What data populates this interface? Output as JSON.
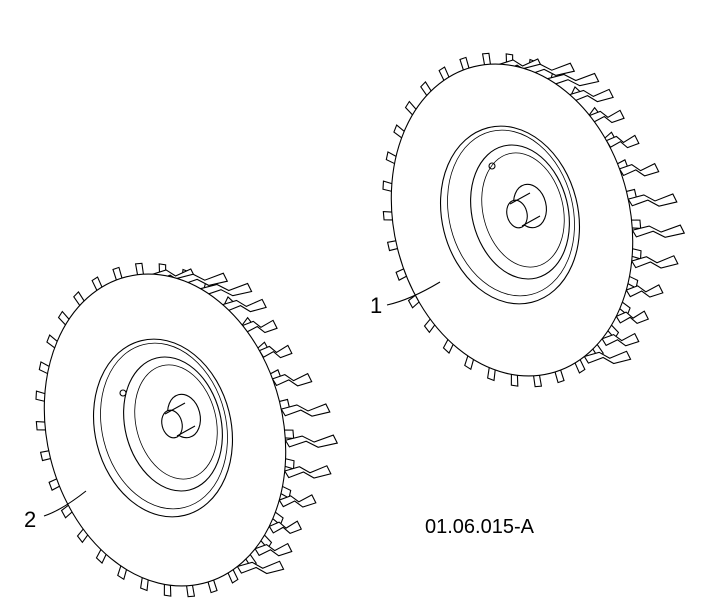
{
  "diagram": {
    "callouts": [
      {
        "id": "wheel-1",
        "label": "1"
      },
      {
        "id": "wheel-2",
        "label": "2"
      }
    ],
    "drawing_number": "01.06.015-A"
  }
}
